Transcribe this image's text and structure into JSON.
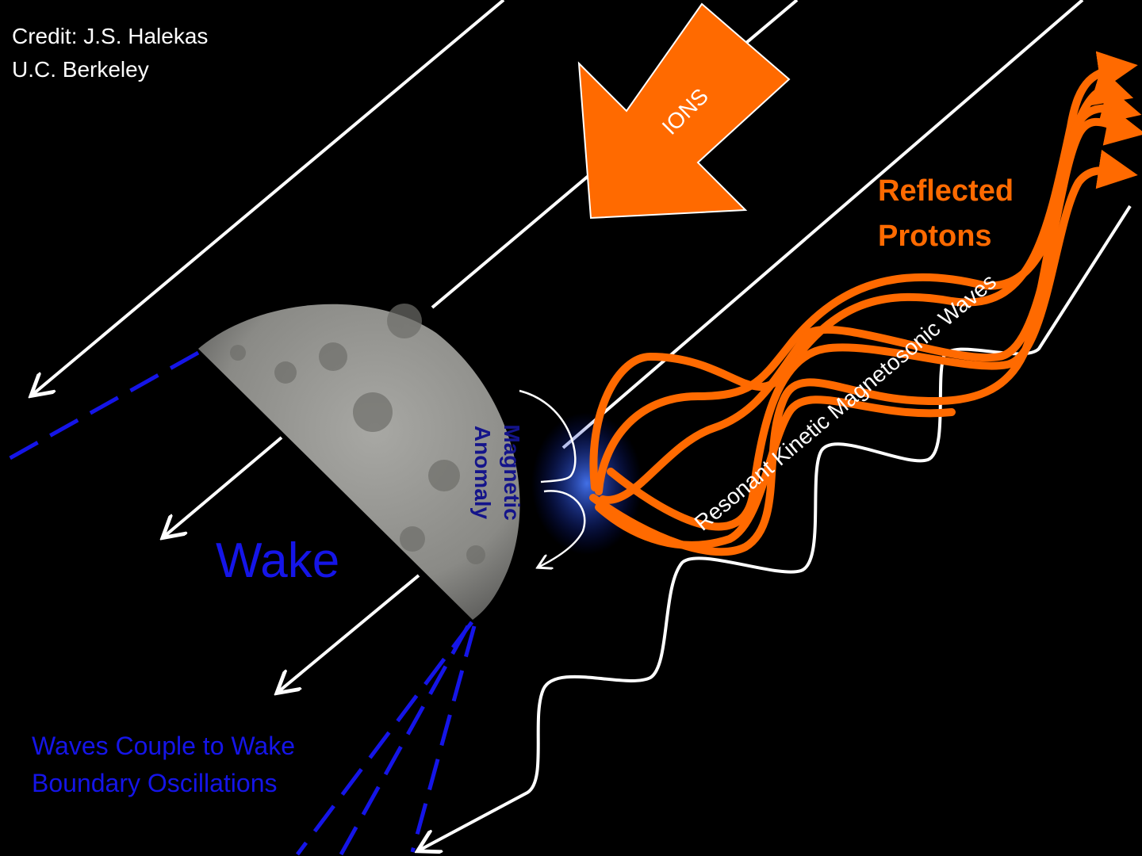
{
  "credit": {
    "line1": "Credit: J.S. Halekas",
    "line2": "U.C. Berkeley"
  },
  "labels": {
    "ions": "IONS",
    "reflected_line1": "Reflected",
    "reflected_line2": "Protons",
    "magnetic_line1": "Magnetic",
    "magnetic_line2": "Anomaly",
    "wake": "Wake",
    "waves": "Resonant Kinetic Magnetosonic Waves",
    "couple_line1": "Waves Couple to Wake",
    "couple_line2": "Boundary Oscillations"
  },
  "colors": {
    "orange": "#ff6a00",
    "blue": "#1010e0",
    "dark_blue": "#14148a",
    "white": "#ffffff"
  }
}
